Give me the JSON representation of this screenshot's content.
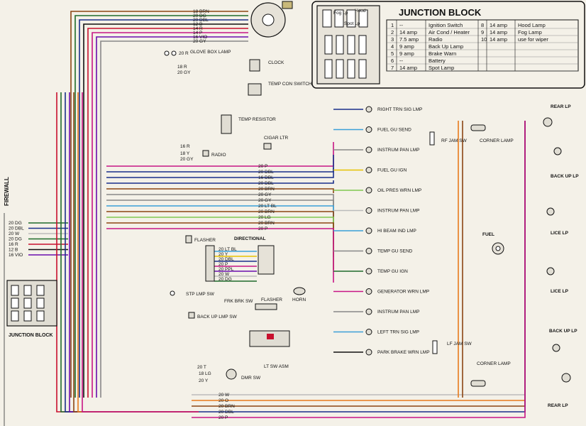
{
  "junction_table": {
    "title": "JUNCTION BLOCK",
    "rows": [
      {
        "n": "1",
        "amp": "--",
        "use": "Ignition Switch",
        "n2": "8",
        "amp2": "14 amp",
        "use2": "Hood Lamp"
      },
      {
        "n": "2",
        "amp": "14 amp",
        "use": "Air Cond / Heater",
        "n2": "9",
        "amp2": "14 amp",
        "use2": "Fog Lamp"
      },
      {
        "n": "3",
        "amp": "7.5 amp",
        "use": "Radio",
        "n2": "10",
        "amp2": "14 amp",
        "use2": "use for wiper"
      },
      {
        "n": "4",
        "amp": "9 amp",
        "use": "Back Up Lamp",
        "n2": "",
        "amp2": "",
        "use2": ""
      },
      {
        "n": "5",
        "amp": "9 amp",
        "use": "Brake Warn",
        "n2": "",
        "amp2": "",
        "use2": ""
      },
      {
        "n": "6",
        "amp": "--",
        "use": "Battery",
        "n2": "",
        "amp2": "",
        "use2": ""
      },
      {
        "n": "7",
        "amp": "14 amp",
        "use": "Spot Lamp",
        "n2": "",
        "amp2": "",
        "use2": ""
      }
    ]
  },
  "fuse_block_labels": {
    "a": "Fog Lp",
    "b": "Hood",
    "c": "Spot Lp"
  },
  "firewall_label": "FIREWALL",
  "junction_block_label": "JUNCTION BLOCK",
  "top_wires": [
    {
      "label": "18 BRN",
      "color": "#8b4513"
    },
    {
      "label": "20 DG",
      "color": "#1f6b2a"
    },
    {
      "label": "20 DBL",
      "color": "#1a2f8a"
    },
    {
      "label": "12 B",
      "color": "#111111"
    },
    {
      "label": "14 R",
      "color": "#c8102e"
    },
    {
      "label": "14 P",
      "color": "#c71585"
    },
    {
      "label": "16 VIO",
      "color": "#6a0dad"
    },
    {
      "label": "20 GY",
      "color": "#888888"
    }
  ],
  "firewall_wires": [
    {
      "label": "20 DG",
      "color": "#1f6b2a"
    },
    {
      "label": "20 DBL",
      "color": "#1a2f8a"
    },
    {
      "label": "20 W",
      "color": "#bbbbbb"
    },
    {
      "label": "20 DG",
      "color": "#1f6b2a"
    },
    {
      "label": "16 R",
      "color": "#c8102e"
    },
    {
      "label": "12 B",
      "color": "#111111"
    },
    {
      "label": "16 VIO",
      "color": "#6a0dad"
    }
  ],
  "center_wires": [
    {
      "label": "20 P",
      "color": "#c71585"
    },
    {
      "label": "20 DBL",
      "color": "#1a2f8a"
    },
    {
      "label": "16 DBL",
      "color": "#1a2f8a"
    },
    {
      "label": "20 DBL",
      "color": "#1a2f8a"
    },
    {
      "label": "20 BRN",
      "color": "#8b4513"
    },
    {
      "label": "20 GY",
      "color": "#888888"
    },
    {
      "label": "20 GY",
      "color": "#888888"
    },
    {
      "label": "20 LT BL",
      "color": "#3aa0d8"
    },
    {
      "label": "20 BRN",
      "color": "#8b4513"
    },
    {
      "label": "20 LG",
      "color": "#7ec850"
    },
    {
      "label": "20 BRN",
      "color": "#8b4513"
    },
    {
      "label": "20 P",
      "color": "#c71585"
    }
  ],
  "directional_wires": [
    {
      "label": "20 LT BL",
      "color": "#3aa0d8"
    },
    {
      "label": "20 Y",
      "color": "#e6c200"
    },
    {
      "label": "20 DBL",
      "color": "#1a2f8a"
    },
    {
      "label": "20 P",
      "color": "#c71585"
    },
    {
      "label": "20 PPL",
      "color": "#6a0dad"
    },
    {
      "label": "20 W",
      "color": "#bbbbbb"
    },
    {
      "label": "20 DG",
      "color": "#1f6b2a"
    }
  ],
  "bottom_wires": [
    {
      "label": "20 W",
      "color": "#bbbbbb"
    },
    {
      "label": "20 O",
      "color": "#e87a1c"
    },
    {
      "label": "20 BRN",
      "color": "#8b4513"
    },
    {
      "label": "20 DBL",
      "color": "#1a2f8a"
    },
    {
      "label": "20 P",
      "color": "#c71585"
    }
  ],
  "left_components": {
    "glove_box": {
      "wire": "20 R",
      "label": "GLOVE BOX LAMP"
    },
    "clock": {
      "wire1": "18 R",
      "wire2": "20 GY",
      "label": "CLOCK"
    },
    "temp_con": {
      "label": "TEMP CON SWITCH"
    },
    "temp_resistor": {
      "label": "TEMP RESISTOR"
    },
    "cigar": {
      "wire": "16 R",
      "label": "CIGAR LTR"
    },
    "radio": {
      "wire1": "18 Y",
      "wire2": "20 GY",
      "label": "RADIO"
    }
  },
  "right_lamps": [
    {
      "label": "RIGHT TRN SIG LMP"
    },
    {
      "label": "FUEL GU SEND"
    },
    {
      "label": "INSTRUM PAN LMP"
    },
    {
      "label": "FUEL GU IGN"
    },
    {
      "label": "OIL PRES WRN LMP"
    },
    {
      "label": "INSTRUM PAN LMP"
    },
    {
      "label": "HI BEAM IND LMP"
    },
    {
      "label": "TEMP GU SEND"
    },
    {
      "label": "TEMP GU IGN"
    },
    {
      "label": "GENERATOR WRN LMP"
    },
    {
      "label": "INSTRUM PAN LMP"
    },
    {
      "label": "LEFT TRN SIG LMP"
    },
    {
      "label": "PARK BRAKE WRN LMP"
    }
  ],
  "mid_components": {
    "flasher1": "FLASHER",
    "directional": "DIRECTIONAL",
    "horn": "HORN",
    "stp_lmp_sw": "STP LMP SW",
    "frk_brk_sw": "FRK BRK SW",
    "flasher2": "FLASHER",
    "back_up_lmp_sw": "BACK UP LMP SW",
    "lt_sw_asm": "LT SW ASM",
    "dmr_sw": "DMR SW",
    "lt_sw_wires": [
      "20 T",
      "18 LG",
      "20 Y"
    ]
  },
  "rear": {
    "rf_jam_sw": "RF JAM SW",
    "lf_jam_sw": "LF JAM SW",
    "corner_lamp_top": "CORNER LAMP",
    "corner_lamp_bottom": "CORNER LAMP",
    "fuel": "FUEL",
    "rear_lp_top": "REAR LP",
    "back_up_lp_top": "BACK UP LP",
    "lice_lp_1": "LICE LP",
    "lice_lp_2": "LICE LP",
    "back_up_lp_bottom": "BACK UP LP",
    "rear_lp_bottom": "REAR LP"
  }
}
